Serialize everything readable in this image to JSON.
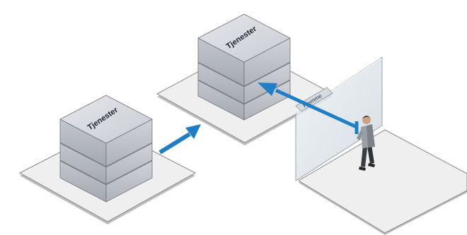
{
  "diagram": {
    "left_stack": {
      "label": "Tjenester"
    },
    "top_stack": {
      "label": "Tjenester"
    },
    "glass_panel": {
      "label": "Hjemme"
    }
  },
  "colors": {
    "arrow_blue": "#1f7ec6",
    "platform_top": "#efefef",
    "server_top": "#d8dade",
    "server_side": "#b4b8bf",
    "glass": "#dfe5ea"
  },
  "icons": [
    "person-icon",
    "arrow-icon"
  ]
}
